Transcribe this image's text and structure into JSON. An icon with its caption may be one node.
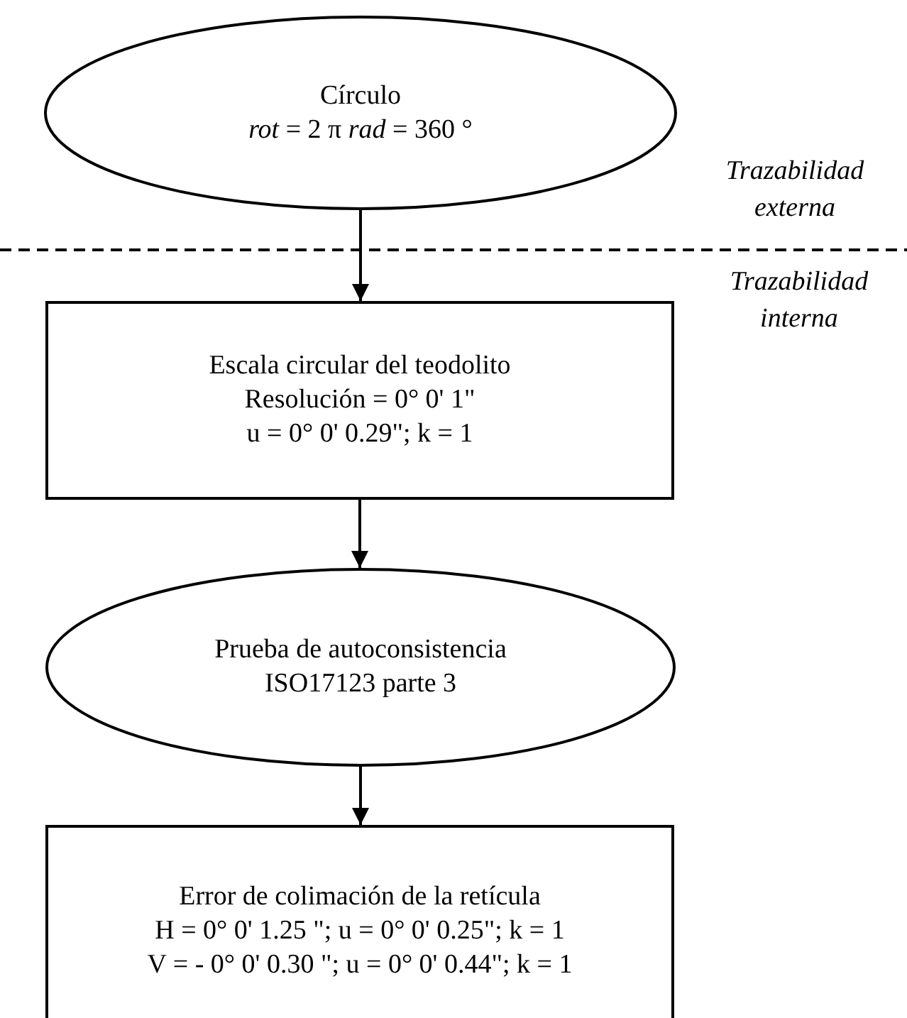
{
  "diagram": {
    "nodes": [
      {
        "text": [
          "Círculo",
          "*rot* = 2 π *rad* = 360 °"
        ]
      },
      {
        "text": [
          "Escala circular del teodolito",
          "Resolución = 0° 0' 1\"",
          "u = 0° 0' 0.29\"; k = 1"
        ]
      },
      {
        "text": [
          "Prueba de autoconsistencia",
          "ISO17123 parte 3"
        ]
      },
      {
        "text": [
          "Error de colimación de la retícula",
          "H = 0° 0' 1.25 \"; u = 0° 0' 0.25\"; k = 1",
          "V = - 0° 0' 0.30 \"; u = 0° 0' 0.44\"; k = 1"
        ]
      }
    ],
    "edges": [
      {
        "from": 0,
        "to": 1,
        "arrow": "to"
      },
      {
        "from": 1,
        "to": 2,
        "arrow": "to"
      },
      {
        "from": 2,
        "to": 3,
        "arrow": "to"
      }
    ],
    "labels": [
      "Trazabilidad externa",
      "Trazabilidad interna"
    ]
  }
}
